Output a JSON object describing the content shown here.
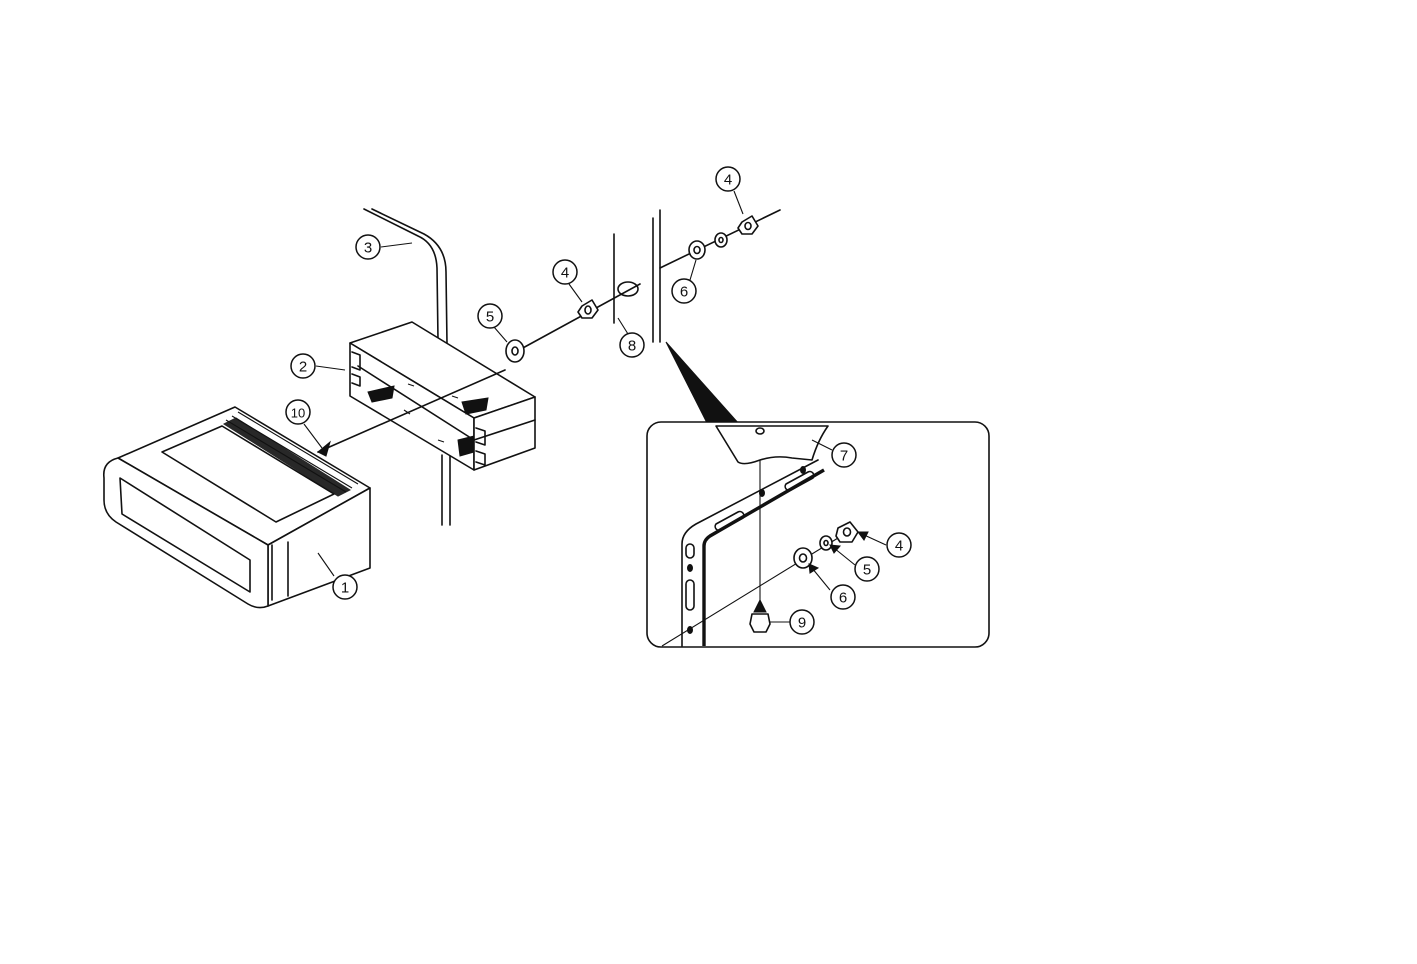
{
  "callouts": {
    "radio_unit": "1",
    "mounting_sleeve": "2",
    "support_strap": "3",
    "nut_main": "4",
    "washer_main": "5",
    "dashboard_panel": "8",
    "connector": "10",
    "nut_top": "4",
    "washer_top": "6",
    "detail_bracket": "7",
    "detail_nut": "4",
    "detail_lockwasher": "5",
    "detail_washer": "6",
    "detail_bolt": "9"
  }
}
